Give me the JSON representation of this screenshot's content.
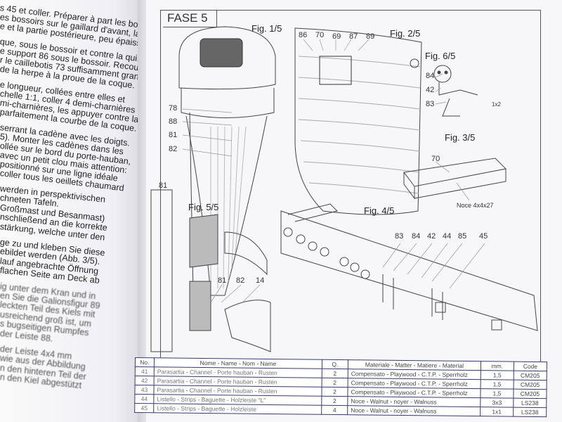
{
  "left_page": {
    "lines": [
      "s 45 et coller. Préparer à part les bossoirs",
      "es bossoirs sur le gaillard d'avant, la",
      "e et la partie postérieure, peu épaisse,",
      "que, sous le bossoir et contre la quille,",
      "e support 86 sous le bossoir. Recouvrir",
      "r le caillebotis 73 suffisamment grand",
      "de la herpe à la proue de la coque.",
      "e longueur, collées entre elles et",
      "chelle 1:1, coller 4 demi-charnières",
      "mi-charnières, les appuyer contre la",
      "parfaitement la courbe de la coque.",
      " serrant la cadène avec les doigts.",
      "5). Monter les cadènes dans les",
      "ollée sur le bord du porte-hauban,",
      "avec un petit clou mais attention:",
      " positionné sur une ligne idéale",
      "coller tous les oeillets chaumard",
      " werden in perspektivischen",
      "chneten Tafeln.",
      " Großmast und Besanmast)",
      "nschließend an die korrekte",
      "stärkung, welche unter den",
      "ge zu und kleben Sie diese",
      "ebildet werden (Abb. 3/5).",
      "lauf angebrachte Öffnung",
      " flachen Seite am Deck ab",
      "ig unter dem Kran und in",
      "en Sie die Galionsfigur 89",
      "leckten Teil des Kiels mit",
      "usreichend groß ist, um",
      "s bugseitigen Rumpfes",
      "der Leiste 88.",
      " der Leiste 4x4 mm",
      "wie aus der Abbildung",
      "n den hinteren Teil der",
      "n den Kiel abgestützt"
    ]
  },
  "plate": {
    "phase": "FASE 5",
    "figures": {
      "f1": "Fig. 1/5",
      "f2": "Fig. 2/5",
      "f3": "Fig. 3/5",
      "f4": "Fig. 4/5",
      "f5": "Fig. 5/5",
      "f6": "Fig. 6/5"
    },
    "fig2_parts": [
      "86",
      "70",
      "69",
      "87",
      "89"
    ],
    "fig6_parts": [
      "84",
      "42",
      "83",
      "1x2"
    ],
    "fig1_parts": [
      "78",
      "88",
      "81",
      "82"
    ],
    "fig3": {
      "part": "70",
      "note": "Noce 4x4x27"
    },
    "fig4_parts": [
      "83",
      "84",
      "42",
      "44",
      "85",
      "45"
    ],
    "fig5_parts": [
      "81",
      "81",
      "82",
      "14"
    ]
  },
  "parts_table": {
    "headers": [
      "No.",
      "Nome - Name - Nom - Name",
      "Q.",
      "Materiale - Matter - Matiere - Material",
      "mm.",
      "Code"
    ],
    "rows": [
      [
        "41",
        "Parasartia - Channel - Porte hauban - Rusten",
        "2",
        "Compensato - Playwood - C.T.P. - Sperrholz",
        "1,5",
        "CM205"
      ],
      [
        "42",
        "Parasartia - Channel - Porte hauban - Rusten",
        "2",
        "Compensato - Playwood - C.T.P. - Sperrholz",
        "1,5",
        "CM205"
      ],
      [
        "43",
        "Parasartia - Channel - Porte hauban - Rusten",
        "2",
        "Compensato - Playwood - C.T.P. - Sperrholz",
        "1,5",
        "CM205"
      ],
      [
        "44",
        "Listello - Strips - Baguette - Holzleiste \"L\"",
        "2",
        "Noce - Walnut - noyer - Walnuss",
        "3x3",
        "LS238"
      ],
      [
        "45",
        "Listello - Strips - Baguette - Holzleiste",
        "4",
        "Noce - Walnut - noyer - Walnuss",
        "1x1",
        "LS238"
      ]
    ]
  }
}
